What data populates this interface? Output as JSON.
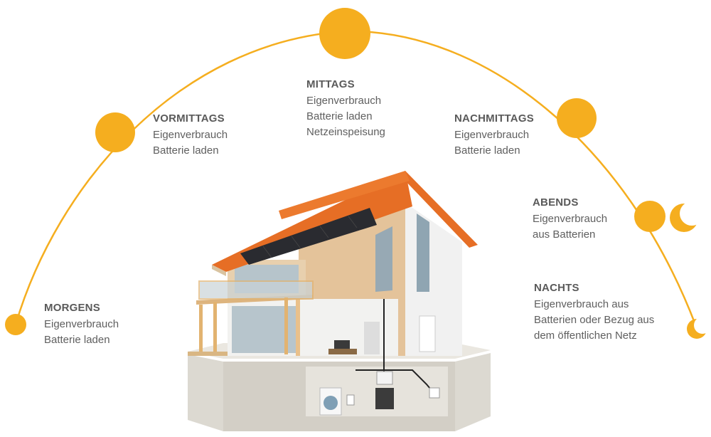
{
  "colors": {
    "sun": "#F5AE1F",
    "arc": "#F5AE1F",
    "text": "#5a5a5a",
    "roof": "#E8732A",
    "solar_panel": "#2a2b30",
    "wood": "#E9C08A",
    "wall": "#EEEEEE",
    "ground": "#D9D6CE"
  },
  "phases": [
    {
      "id": "morgens",
      "title": "MORGENS",
      "lines": [
        "Eigenverbrauch",
        "Batterie laden"
      ]
    },
    {
      "id": "vormittags",
      "title": "VORMITTAGS",
      "lines": [
        "Eigenverbrauch",
        "Batterie laden"
      ]
    },
    {
      "id": "mittags",
      "title": "MITTAGS",
      "lines": [
        "Eigenverbrauch",
        "Batterie laden",
        "Netzeinspeisung"
      ]
    },
    {
      "id": "nachmittags",
      "title": "NACHMITTAGS",
      "lines": [
        "Eigenverbrauch",
        "Batterie laden"
      ]
    },
    {
      "id": "abends",
      "title": "ABENDS",
      "lines": [
        "Eigenverbrauch",
        "aus Batterien"
      ]
    },
    {
      "id": "nachts",
      "title": "NACHTS",
      "lines": [
        "Eigenverbrauch aus",
        "Batterien oder Bezug aus",
        "dem öffentlichen Netz"
      ]
    }
  ],
  "icons": {
    "sun": "sun-icon",
    "moon": "crescent-moon-icon",
    "house": "house-icon",
    "solar": "solar-panel-icon",
    "battery": "battery-storage-icon",
    "inverter": "inverter-icon",
    "washer": "washing-machine-icon"
  }
}
